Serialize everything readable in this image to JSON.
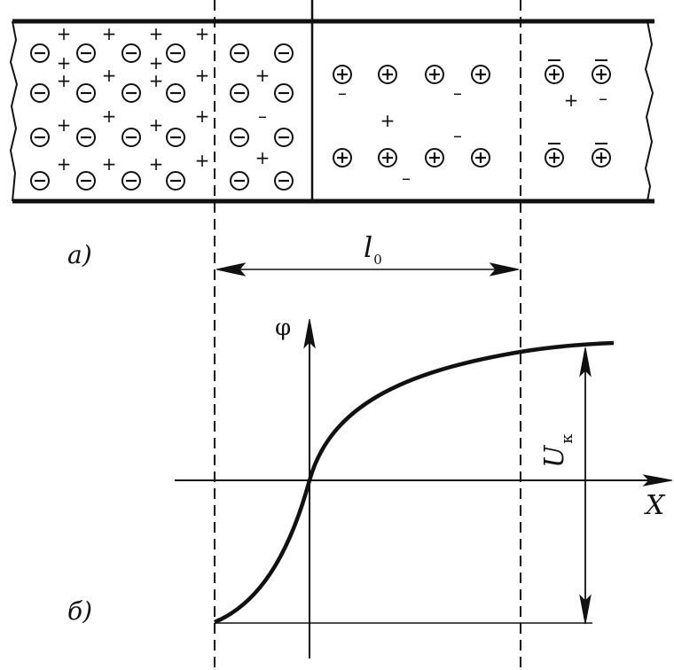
{
  "labels": {
    "part_a": "а)",
    "part_b": "б)",
    "width_symbol": "l",
    "width_subscript": "0",
    "phi_axis": "φ",
    "x_axis": "X",
    "contact_voltage_symbol": "U",
    "contact_voltage_subscript": "к"
  },
  "glyphs": {
    "negative_ion": "⊖",
    "positive_ion": "⊕",
    "plus_charge": "+",
    "minus_charge": "–"
  },
  "colors": {
    "ink": "#111111",
    "background": "#ffffff"
  }
}
